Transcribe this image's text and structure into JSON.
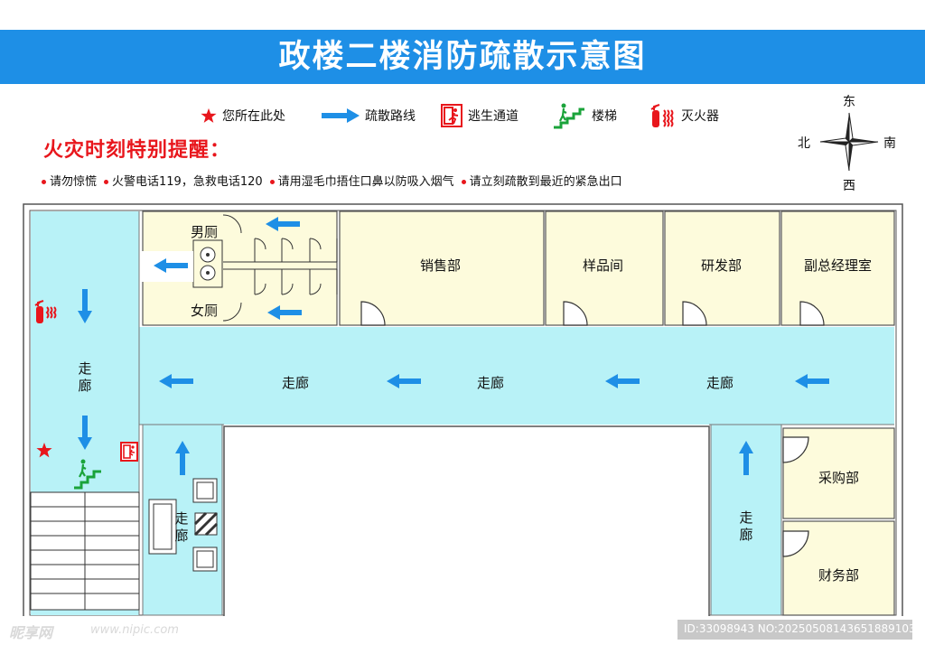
{
  "title": "政楼二楼消防疏散示意图",
  "legend": [
    {
      "icon": "red-star-icon",
      "label": "您所在此处"
    },
    {
      "icon": "blue-arrow-icon",
      "label": "疏散路线"
    },
    {
      "icon": "emergency-exit-icon",
      "label": "逃生通道"
    },
    {
      "icon": "stairs-icon",
      "label": "楼梯"
    },
    {
      "icon": "fire-extinguisher-icon",
      "label": "灭火器"
    }
  ],
  "compass": {
    "east": "东",
    "south": "南",
    "north": "北",
    "west": "西"
  },
  "warning_title": "火灾时刻特别提醒：",
  "tips": [
    "请勿惊慌",
    "火警电话119，急救电话120",
    "请用湿毛巾捂住口鼻以防吸入烟气",
    "请立刻疏散到最近的紧急出口"
  ],
  "rooms": {
    "mens_restroom": "男厕",
    "womens_restroom": "女厕",
    "sales": "销售部",
    "sample": "样品间",
    "rd": "研发部",
    "deputy_gm": "副总经理室",
    "purchasing": "采购部",
    "finance": "财务部"
  },
  "corridor": "走廊",
  "corridor_vertical": [
    "走",
    "廊"
  ],
  "colors": {
    "banner": "#1e8fe6",
    "corridor": "#b8f2f7",
    "room": "#fdfbdc",
    "arrow": "#1e8fe6",
    "warning": "#e8161c",
    "stairs_icon": "#1aa33a"
  },
  "watermark": {
    "brand": "昵享网",
    "site": "www.nipic.com",
    "id": "ID:33098943 NO:20250508143651889103"
  }
}
